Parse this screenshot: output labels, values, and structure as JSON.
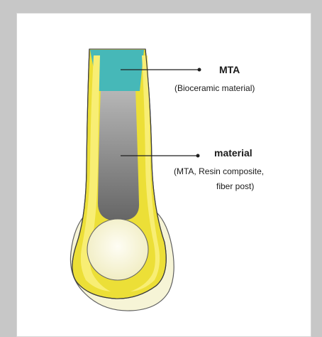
{
  "labels": {
    "mta_title": "MTA",
    "mta_subtitle": "(Bioceramic material)",
    "material_title": "material",
    "material_line1": "(MTA, Resin composite,",
    "material_line2": "fiber post)"
  },
  "colors": {
    "mta_fill": "#46b8b8",
    "filler_fill": "#9f9f9f",
    "yellow_wall": "#e8df3d",
    "outer_tissue": "#f5f2cf",
    "apex_core": "#f8f7e8",
    "outline": "#2b2b2b"
  }
}
